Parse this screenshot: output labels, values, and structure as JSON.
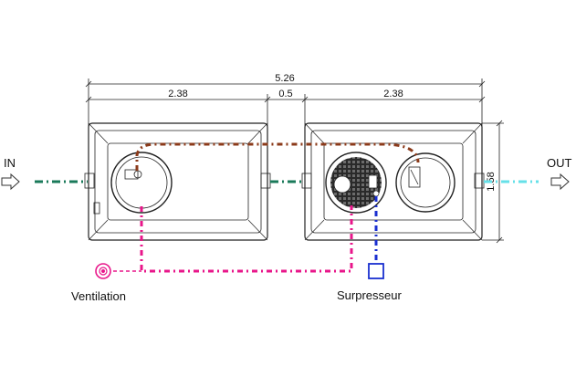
{
  "dimensions": {
    "total": "5.26",
    "left_tank": "2.38",
    "gap": "0.5",
    "right_tank": "2.38",
    "height": "1.58"
  },
  "labels": {
    "inlet": "IN",
    "outlet": "OUT",
    "ventilation": "Ventilation",
    "surpresseur": "Surpresseur"
  },
  "colors": {
    "inlet_pipe": "#1a7a5a",
    "outlet_pipe": "#66e0e8",
    "ventilation_pipe": "#e8168a",
    "recirculation_pipe": "#8b3a1a",
    "air_pipe": "#1a2fd0",
    "outline": "#222222"
  }
}
